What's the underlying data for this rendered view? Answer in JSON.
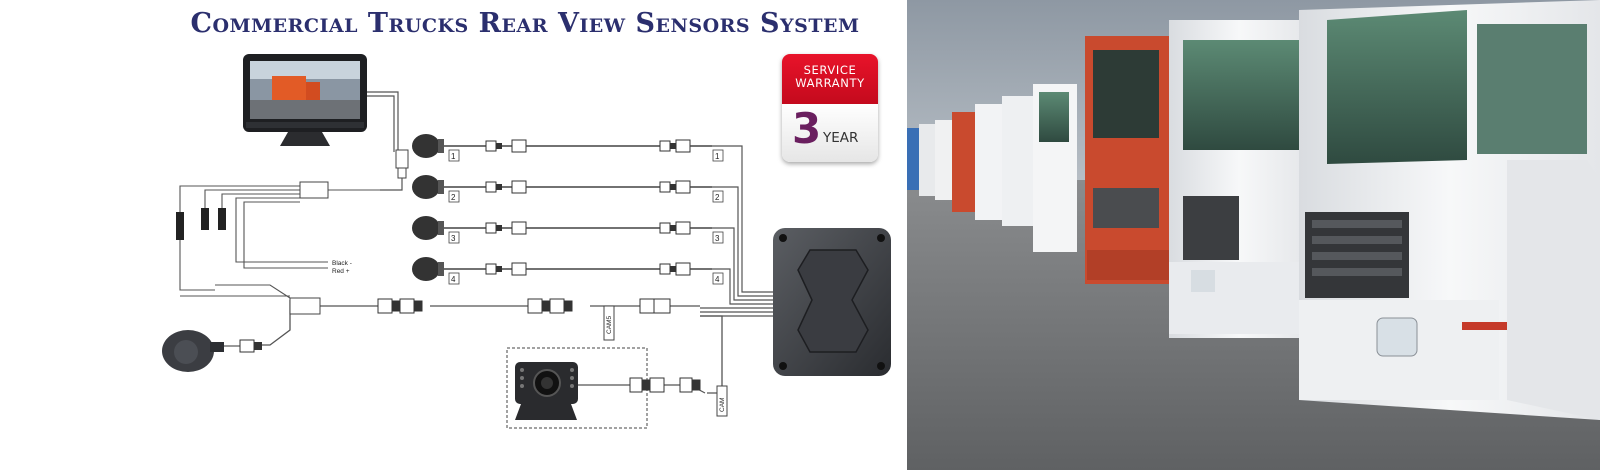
{
  "banner": {
    "title": "Commercial Trucks Rear View Sensors System"
  },
  "warranty_badge": {
    "line1": "SERVICE",
    "line2": "WARRANTY",
    "number": "3",
    "unit": "YEAR"
  },
  "diagram": {
    "sensor_labels": [
      "1",
      "2",
      "3",
      "4"
    ],
    "wire_labels": {
      "black": "Black -",
      "red": "Red +",
      "cam5": "CAM5",
      "cam": "CAM"
    }
  },
  "photo": {
    "subject": "row of parked trucks"
  },
  "colors": {
    "title": "#2b2f6e",
    "warranty_red": "#e8132a",
    "warranty_number": "#6a1f5f",
    "truck_red": "#c94a2e",
    "truck_white": "#f2f3f5",
    "truck_blue": "#3a6fb5",
    "sky": "#b9c3cc",
    "asphalt": "#7d7f81"
  }
}
